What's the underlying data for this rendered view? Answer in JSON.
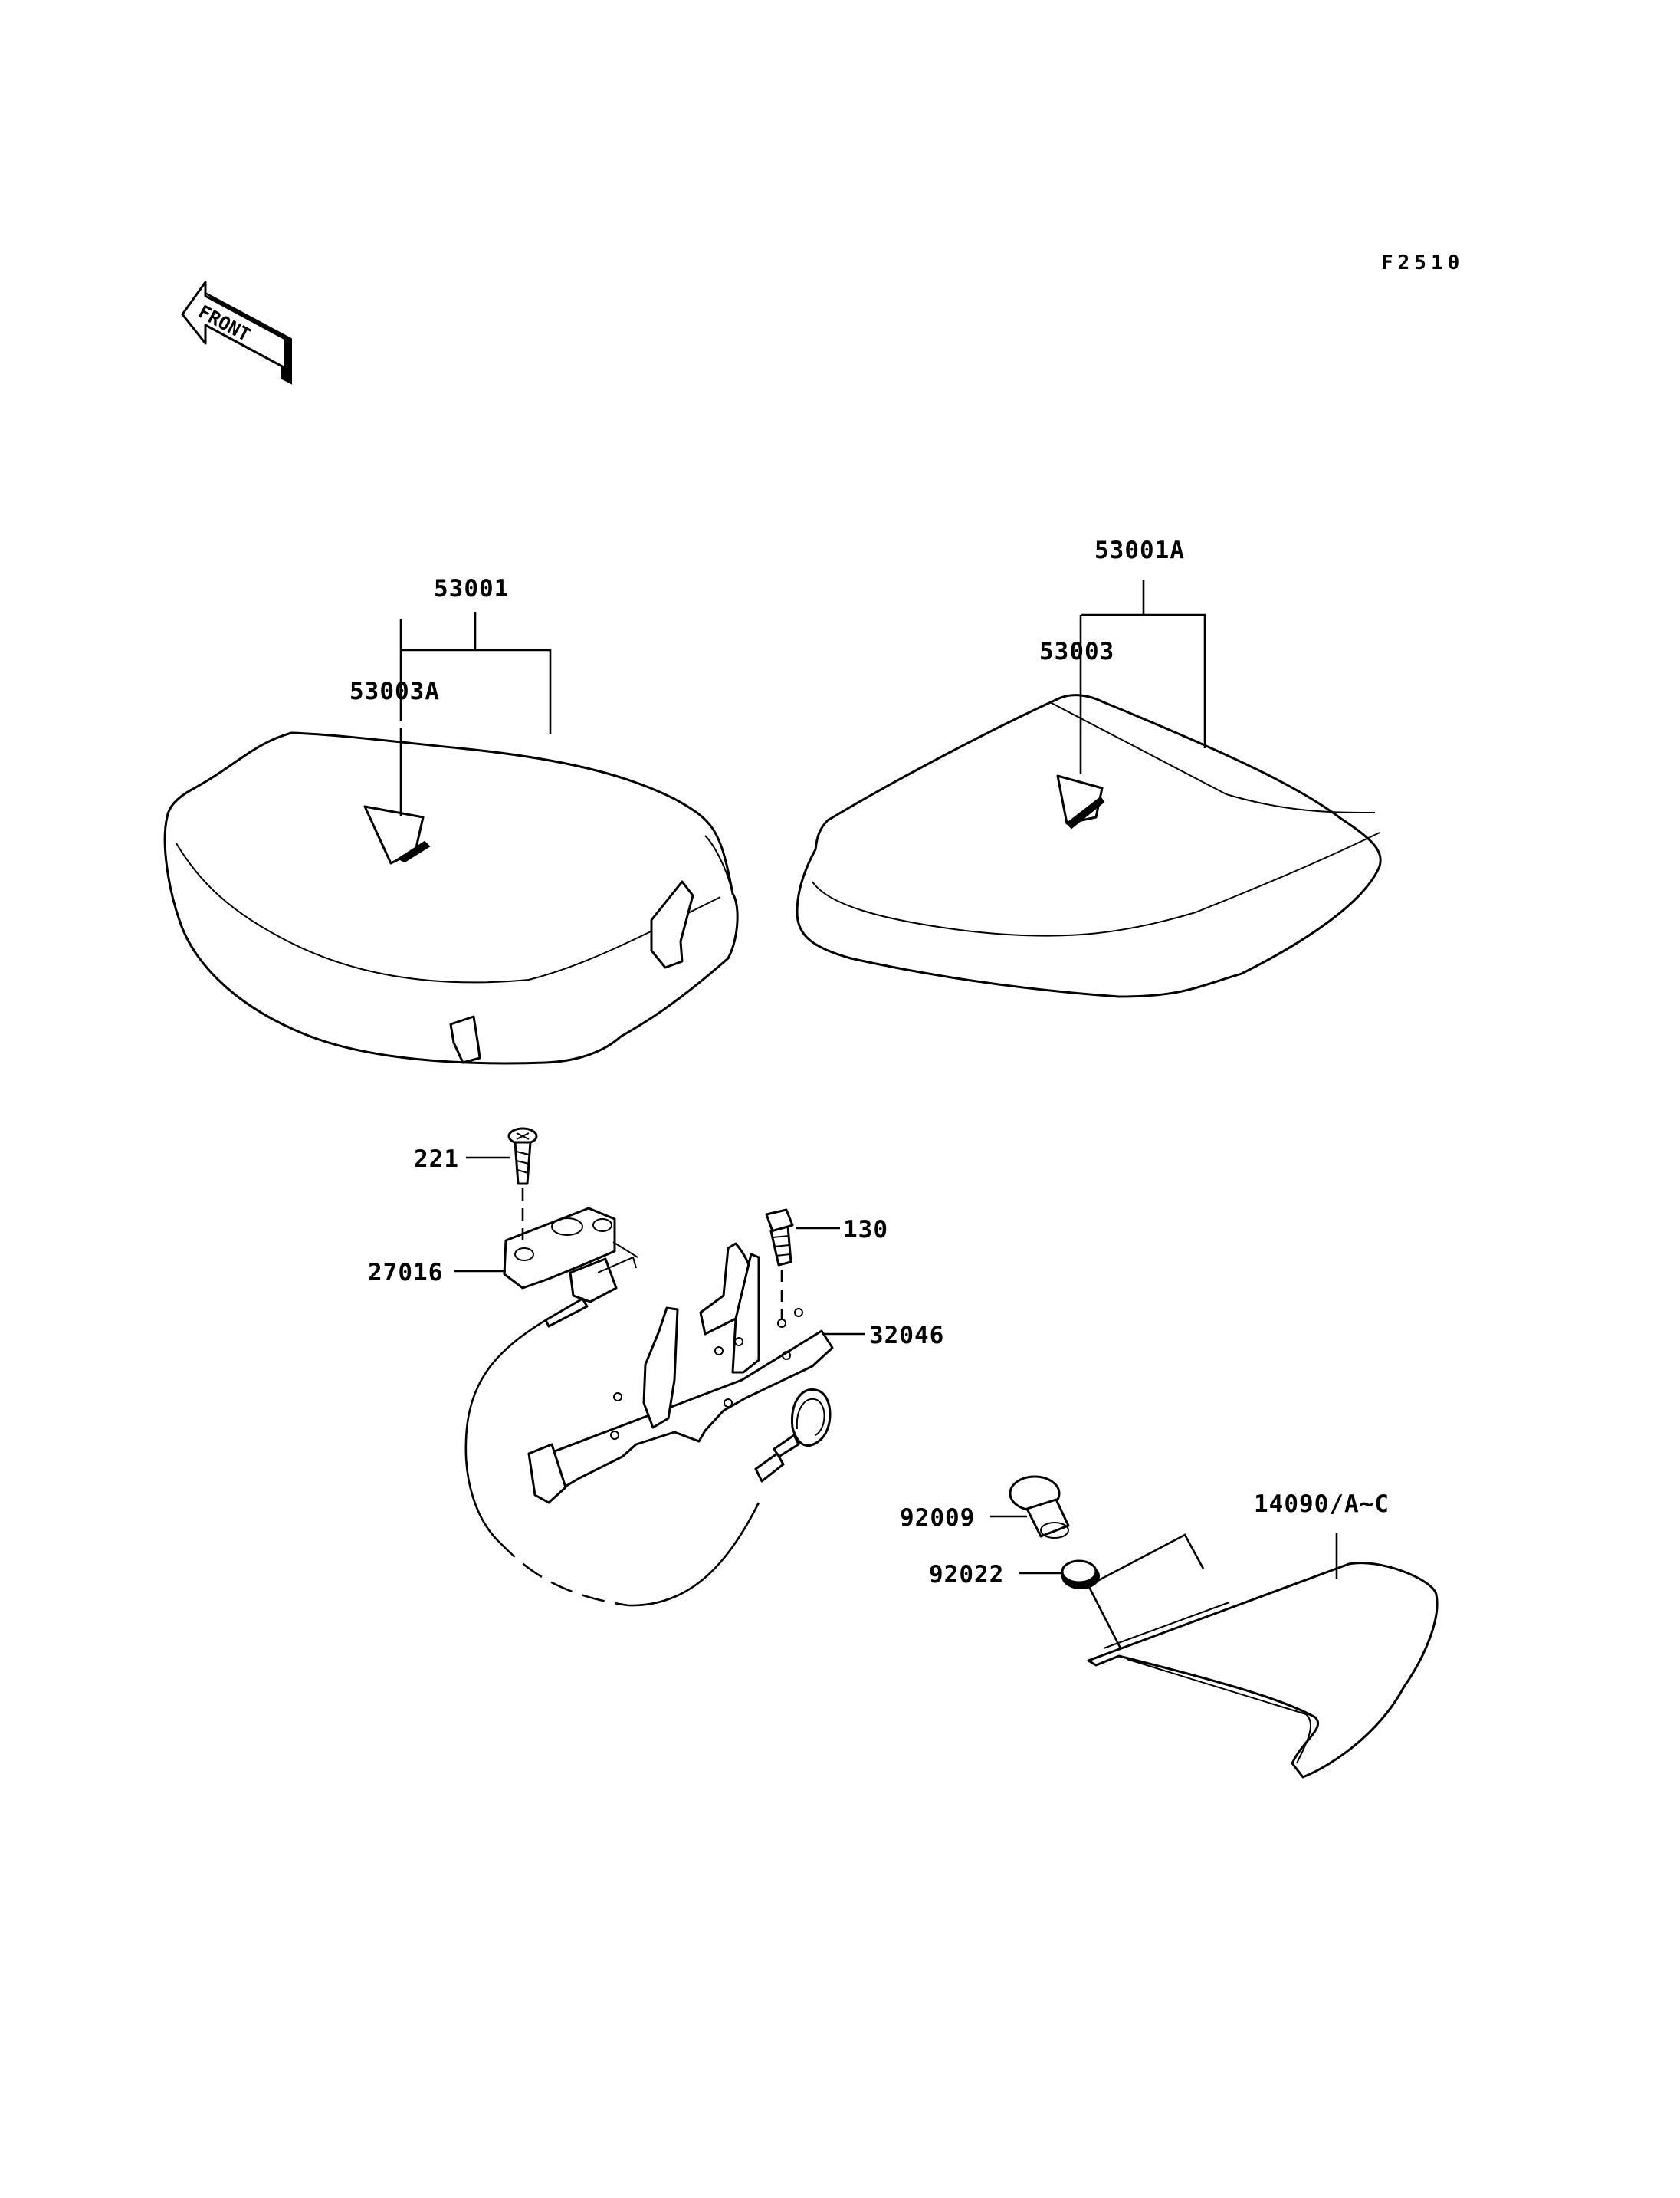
{
  "figure_code": "F2510",
  "front_marker": {
    "text": "FRONT",
    "icon": "front-direction-arrow-icon"
  },
  "callouts": {
    "seat_front_assy": "53001",
    "seat_front_cover": "53003A",
    "seat_rear_assy": "53001A",
    "seat_rear_cover": "53003",
    "screw": "221",
    "lock_assy": "27016",
    "bolt": "130",
    "bracket": "32046",
    "cap": "92009",
    "washer": "92022",
    "cover": "14090/A~C"
  }
}
